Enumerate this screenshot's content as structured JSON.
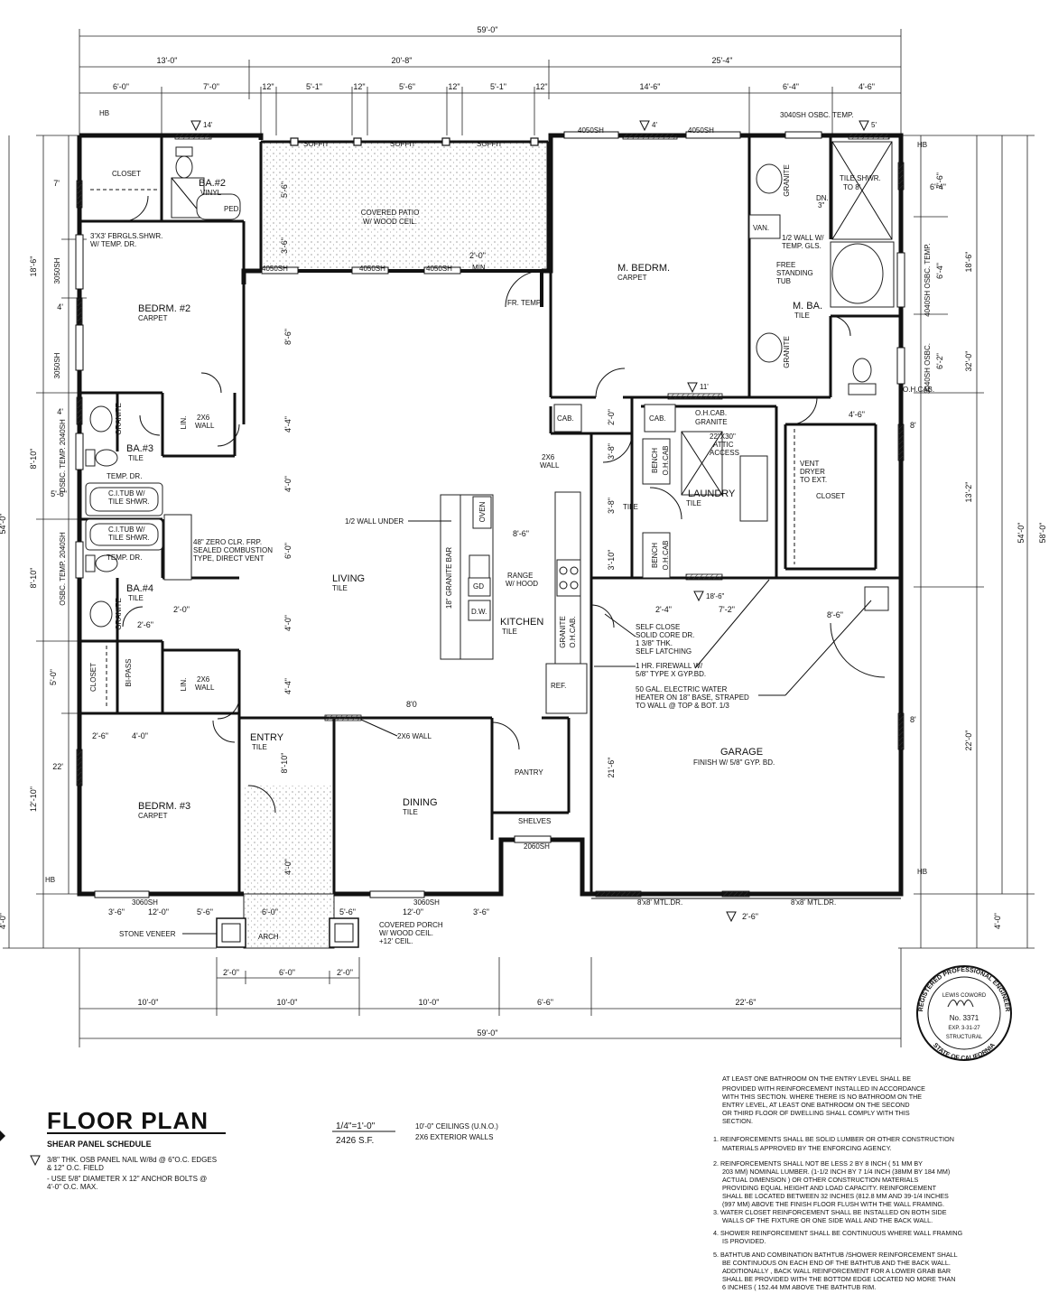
{
  "dims": {
    "overall_top": "59'-0\"",
    "top_seg": [
      "13'-0\"",
      "20'-8\"",
      "25'-4\""
    ],
    "top_sub": [
      "6'-0\"",
      "7'-0\"",
      "12\"",
      "5'-1\"",
      "12\"",
      "5'-6\"",
      "12\"",
      "5'-1\"",
      "12\"",
      "14'-6\"",
      "6'-4\"",
      "4'-6\""
    ],
    "bottom_seg": [
      "10'-0\"",
      "10'-0\"",
      "10'-0\"",
      "6'-6\"",
      "22'-6\""
    ],
    "overall_bottom": "59'-0\"",
    "porch_seg": [
      "2'-0\"",
      "6'-0\"",
      "2'-0\""
    ],
    "left_outer": [
      "18'-6\"",
      "8'-10\"",
      "8'-10\"",
      "12'-10\"",
      "4'-0\""
    ],
    "left_inner": [
      "7'",
      "4'",
      "4'",
      "5'-6\"",
      "5'-0\"",
      "22'"
    ],
    "left_osbc": [
      "3050SH",
      "3050SH",
      "OSBC. TEMP. 2040SH",
      "OSBC. TEMP. 2040SH"
    ],
    "left_far": "54'-0\"",
    "right_outer": [
      "18'-6\"",
      "32'-0\"",
      "13'-2\"",
      "22'-0\"",
      "4'-0\""
    ],
    "right_inner": [
      "7'-6\"",
      "6'-4\"",
      "6'-4\"",
      "6'-2\"",
      "8'",
      "8'"
    ],
    "right_far": [
      "54'-0\"",
      "58'-0\""
    ],
    "right_win": [
      "4040SH OSBC. TEMP.",
      "3040SH OSBC."
    ],
    "interior": [
      "5'-6\"",
      "3'-6\"",
      "8'-6\"",
      "4'-4\"",
      "4'-0\"",
      "6'-0\"",
      "4'-0\"",
      "4'-4\"",
      "8'-10\"",
      "4'-0\"",
      "2'-0\"",
      "8'-6\"",
      "8'0",
      "2'-4\"",
      "7'-2\"",
      "8'-6\"",
      "4'-6\"",
      "3'-8\"",
      "3'-8\"",
      "3'-10\"",
      "2'-0\"",
      "21'-6\"",
      "2'-6\"",
      "4'-0\"",
      "2'-6\"",
      "2'-0\"",
      "3'-6\"",
      "12'-0\"",
      "5'-6\"",
      "6'-0\"",
      "5'-6\"",
      "12'-0\"",
      "3'-6\"",
      "2'-6\""
    ]
  },
  "rooms": {
    "closet1": "CLOSET",
    "ba2": "BA.#2",
    "ba2_vinyl": "VINYL",
    "ped": "PED.",
    "fbrgls": "3'X3' FBRGLS.SHWR.",
    "fbrgls2": "W/ TEMP. DR.",
    "patio": "COVERED PATIO",
    "patio2": "W/ WOOD CEIL.",
    "soffit": [
      "SOFFIT",
      "SOFFIT",
      "SOFFIT"
    ],
    "win_patio": [
      "4050SH",
      "4050SH",
      "4050SH"
    ],
    "min": "MIN.",
    "frtemp": "FR. TEMP.",
    "bedrm2": "BEDRM. #2",
    "carpet": "CARPET",
    "mbedrm": "M. BEDRM.",
    "mcarpet": "CARPET",
    "win_m": [
      "4050SH",
      "4050SH"
    ],
    "win_mtemp": "3040SH OSBC. TEMP.",
    "granite_m1": "GRANITE",
    "granite_m2": "GRANITE",
    "van": "VAN.",
    "tile_shwr": "TILE SHWR.",
    "tile_shwr2": "TO 8'",
    "dn": "DN.",
    "dn3": "3\"",
    "halfwall": "1/2 WALL W/",
    "halfwall2": "TEMP. GLS.",
    "freetub": "FREE",
    "freetub2": "STANDING",
    "freetub3": "TUB",
    "mba": "M. BA.",
    "mba_tile": "TILE",
    "ohcab_mba": "O.H.CAB.",
    "cab1": "CAB.",
    "cab2": "CAB.",
    "ohcab2": "O.H.CAB.",
    "granite_l": "GRANITE",
    "attic": "22\"X30\"",
    "attic2": "ATTIC",
    "attic3": "ACCESS",
    "bench1": "BENCH",
    "ohcab_b1": "O.H.CAB",
    "bench2": "BENCH",
    "ohcab_b2": "O.H.CAB",
    "laundry": "LAUNDRY",
    "laundry_tile": "TILE",
    "tile_l": "TILE",
    "vent": "VENT",
    "vent2": "DRYER",
    "vent3": "TO EXT.",
    "closet_m": "CLOSET",
    "ba3": "BA.#3",
    "ba3_tile": "TILE",
    "granite_b3": "GRANITE",
    "tempdr3": "TEMP. DR.",
    "citub1": "C.I.TUB W/",
    "citub1b": "TILE SHWR.",
    "citub2": "C.I.TUB W/",
    "citub2b": "TILE SHWR.",
    "tempdr4": "TEMP. DR.",
    "ba4": "BA.#4",
    "ba4_tile": "TILE",
    "granite_b4": "GRANITE",
    "zero": "48\" ZERO CLR. FRP.",
    "zero2": "SEALED COMBUSTION",
    "zero3": "TYPE, DIRECT VENT",
    "lin1": "LIN.",
    "lin2": "LIN.",
    "x2wall1": "2X6",
    "x2wall1b": "WALL",
    "x2wall2": "2X6",
    "x2wall2b": "WALL",
    "x2wall3": "2X6",
    "x2wall3b": "WALL",
    "halfunder": "1/2 WALL UNDER",
    "granitebar": "18\" GRANITE BAR",
    "oven": "OVEN",
    "gd": "GD",
    "dw": "D.W.",
    "range": "RANGE",
    "range2": "W/ HOOD",
    "kitchen": "KITCHEN",
    "kitchen_tile": "TILE",
    "granite_k": "GRANITE",
    "ohcab_k": "O.H.CAB.",
    "ref": "REF.",
    "living": "LIVING",
    "living_tile": "TILE",
    "closet_bi": "CLOSET",
    "bipass": "BI-PASS",
    "bedrm3": "BEDRM. #3",
    "carpet3": "CARPET",
    "entry": "ENTRY",
    "entry_tile": "TILE",
    "dining": "DINING",
    "dining_tile": "TILE",
    "x6wall": "2X6 WALL",
    "pantry": "PANTRY",
    "shelves": "SHELVES",
    "win_pantry": "2060SH",
    "garage": "GARAGE",
    "garage2": "FINISH W/ 5/8\" GYP. BD.",
    "mtldr1": "8'x8' MTL.DR.",
    "mtldr2": "8'x8' MTL.DR.",
    "win_b3": "3060SH",
    "win_din": "3060SH",
    "stone": "STONE VENEER",
    "arch": "ARCH",
    "porch": "COVERED PORCH",
    "porch2": "W/ WOOD CEIL.",
    "porch3": "+12' CEIL.",
    "hb": [
      "HB",
      "HB",
      "HB",
      "HB"
    ]
  },
  "callouts": {
    "selfclose": [
      "SELF CLOSE",
      "SOLID CORE DR.",
      "1 3/8\" THK.",
      "SELF LATCHING"
    ],
    "firewall": [
      "1 HR. FIREWALL W/",
      "5/8\" TYPE X GYP.BD."
    ],
    "heater": [
      "50 GAL. ELECTRIC WATER",
      "HEATER ON 18\" BASE, STRAPED",
      "TO WALL @ TOP & BOT. 1/3"
    ],
    "shear_marks": [
      "14'",
      "4'",
      "5'",
      "11'",
      "18'-6\"",
      "2'-6\""
    ]
  },
  "seal": {
    "outer": "REGISTERED PROFESSIONAL ENGINEER",
    "name": "LEWIS COWORD",
    "number": "No. 3371",
    "exp": "EXP. 3-31-27",
    "struct": "STRUCTURAL",
    "state": "STATE OF CALIFORNIA"
  },
  "title_block": {
    "title": "FLOOR PLAN",
    "scale": "1/4\"=1'-0\"",
    "area": "2426 S.F.",
    "ceil": "10'-0\" CEILINGS (U.N.O.)",
    "walls": "2X6 EXTERIOR WALLS",
    "schedule": "SHEAR PANEL SCHEDULE",
    "sched_lines": [
      "3/8\" THK. OSB PANEL NAIL W/8d @ 6\"O.C. EDGES",
      "& 12\" O.C. FIELD",
      "- USE 5/8\" DIAMETER X 12\" ANCHOR BOLTS @",
      "4'-0\" O.C. MAX."
    ]
  },
  "notes": {
    "intro": [
      "AT LEAST ONE BATHROOM ON THE ENTRY LEVEL SHALL BE",
      "PROVIDED WITH REINFORCEMENT INSTALLED IN ACCORDANCE",
      "WITH THIS SECTION. WHERE THERE IS NO BATHROOM ON THE",
      "ENTRY LEVEL, AT LEAST ONE BATHROOM ON THE SECOND",
      "OR THIRD FLOOR OF DWELLING SHALL COMPLY WITH THIS",
      "SECTION."
    ],
    "n1": [
      "1. REINFORCEMENTS SHALL BE SOLID LUMBER OR OTHER CONSTRUCTION",
      "MATERIALS APPROVED BY THE ENFORCING AGENCY."
    ],
    "n2": [
      "2. REINFORCEMENTS SHALL NOT BE LESS 2 BY 8 INCH ( 51 MM BY",
      "203 MM) NOMINAL LUMBER. (1-1/2 INCH BY 7 1/4 INCH (38MM BY 184 MM)",
      "ACTUAL DIMENSION ) OR OTHER CONSTRUCTION MATERIALS",
      "PROVIDING EQUAL HEIGHT AND LOAD CAPACITY. REINFORCEMENT",
      "SHALL BE LOCATED BETWEEN 32 INCHES (812.8 MM AND 39-1/4 INCHES",
      "(997 MM) ABOVE THE FINISH FLOOR FLUSH WITH THE WALL FRAMING."
    ],
    "n3": [
      "3. WATER CLOSET REINFORCEMENT SHALL BE INSTALLED ON BOTH SIDE",
      "WALLS OF THE FIXTURE OR ONE SIDE WALL AND THE BACK WALL."
    ],
    "n4": [
      "4. SHOWER REINFORCEMENT SHALL BE CONTINUOUS WHERE WALL FRAMING",
      "IS PROVIDED."
    ],
    "n5": [
      "5. BATHTUB AND COMBINATION BATHTUB /SHOWER REINFORCEMENT SHALL",
      "BE CONTINUOUS ON EACH END OF THE BATHTUB AND THE BACK WALL.",
      "ADDITIONALLY , BACK WALL REINFORCEMENT FOR A LOWER GRAB BAR",
      "SHALL BE PROVIDED WITH THE BOTTOM EDGE LOCATED NO MORE THAN",
      "6 INCHES ( 152.44 MM ABOVE THE BATHTUB RIM."
    ]
  }
}
